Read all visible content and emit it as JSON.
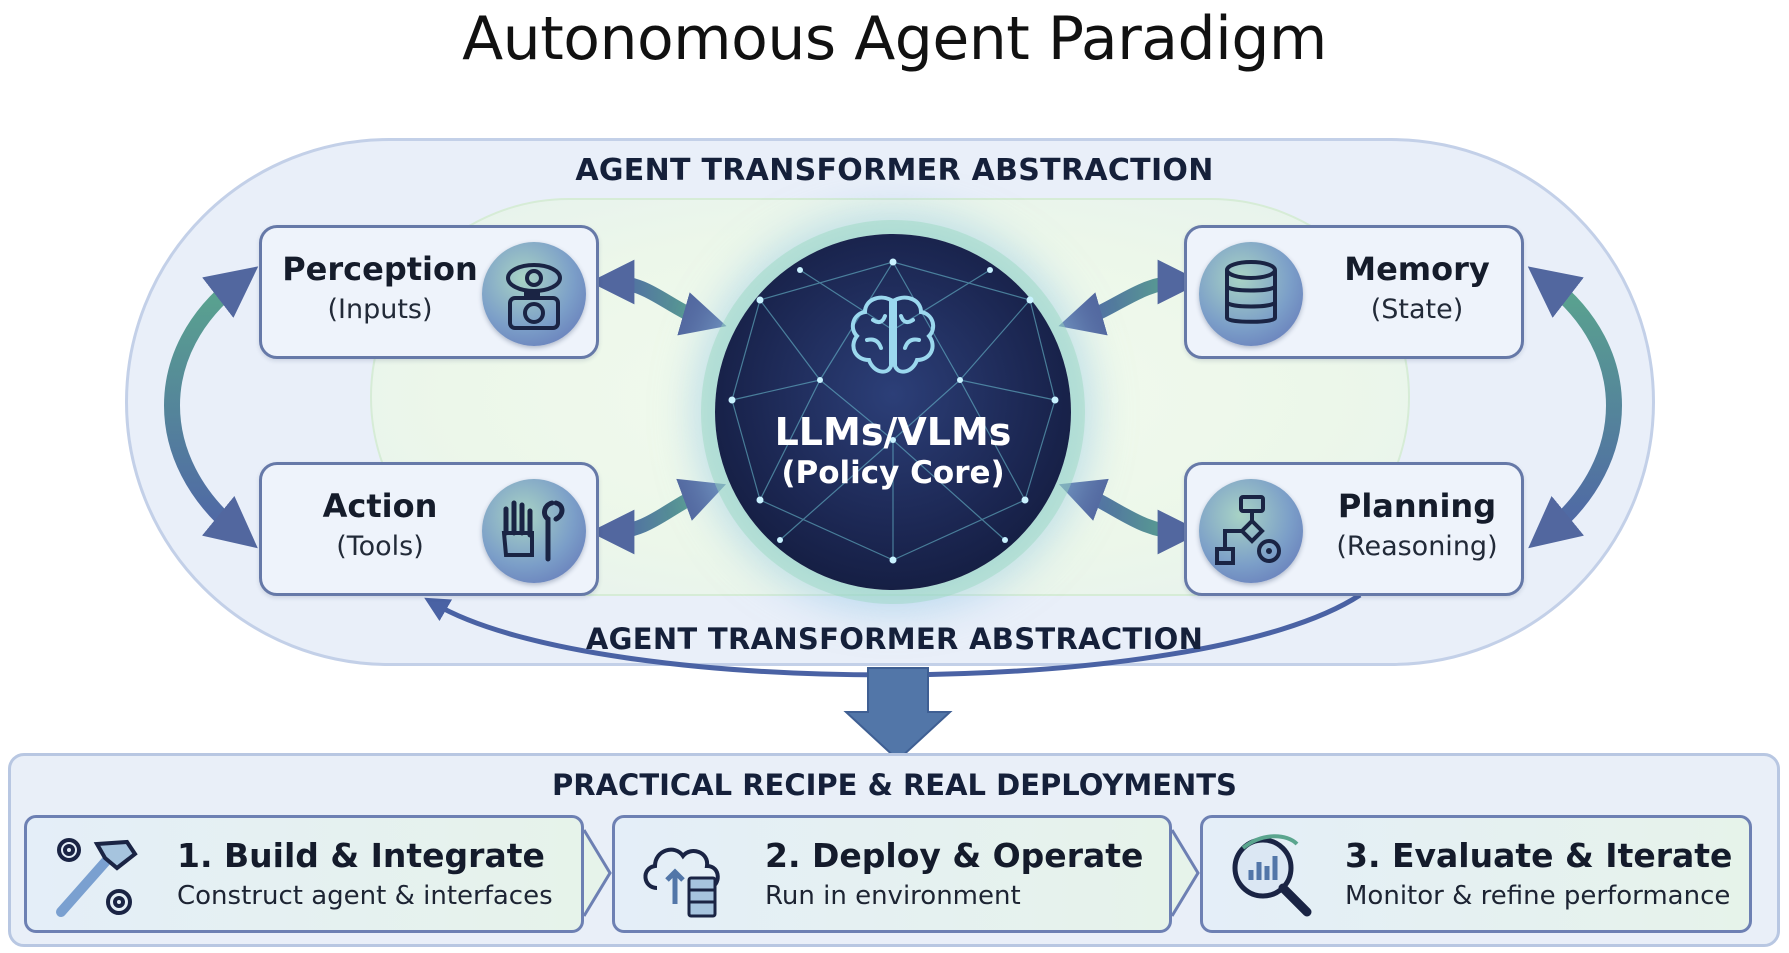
{
  "title": "Autonomous Agent Paradigm",
  "abstraction": {
    "top_label": "AGENT TRANSFORMER ABSTRACTION",
    "bottom_label": "AGENT TRANSFORMER ABSTRACTION"
  },
  "core": {
    "title": "LLMs/VLMs",
    "subtitle": "(Policy Core)",
    "icon": "brain-icon"
  },
  "nodes": {
    "perception": {
      "title": "Perception",
      "subtitle": "(Inputs)",
      "icon": "eye-camera-icon"
    },
    "memory": {
      "title": "Memory",
      "subtitle": "(State)",
      "icon": "database-icon"
    },
    "action": {
      "title": "Action",
      "subtitle": "(Tools)",
      "icon": "hand-wrench-icon"
    },
    "planning": {
      "title": "Planning",
      "subtitle": "(Reasoning)",
      "icon": "flowchart-icon"
    }
  },
  "recipe": {
    "title": "PRACTICAL RECIPE & REAL DEPLOYMENTS",
    "steps": [
      {
        "title": "1. Build & Integrate",
        "desc": "Construct agent & interfaces",
        "icon": "hammer-gears-icon"
      },
      {
        "title": "2. Deploy & Operate",
        "desc": "Run in environment",
        "icon": "cloud-server-icon"
      },
      {
        "title": "3. Evaluate & Iterate",
        "desc": "Monitor & refine performance",
        "icon": "magnifier-chart-icon"
      }
    ]
  },
  "colors": {
    "accent_blue": "#5b6fb3",
    "accent_teal": "#5aa58e",
    "core_dark": "#1b2651",
    "frame_fill": "#e9eff9",
    "node_border": "#6679a8"
  }
}
